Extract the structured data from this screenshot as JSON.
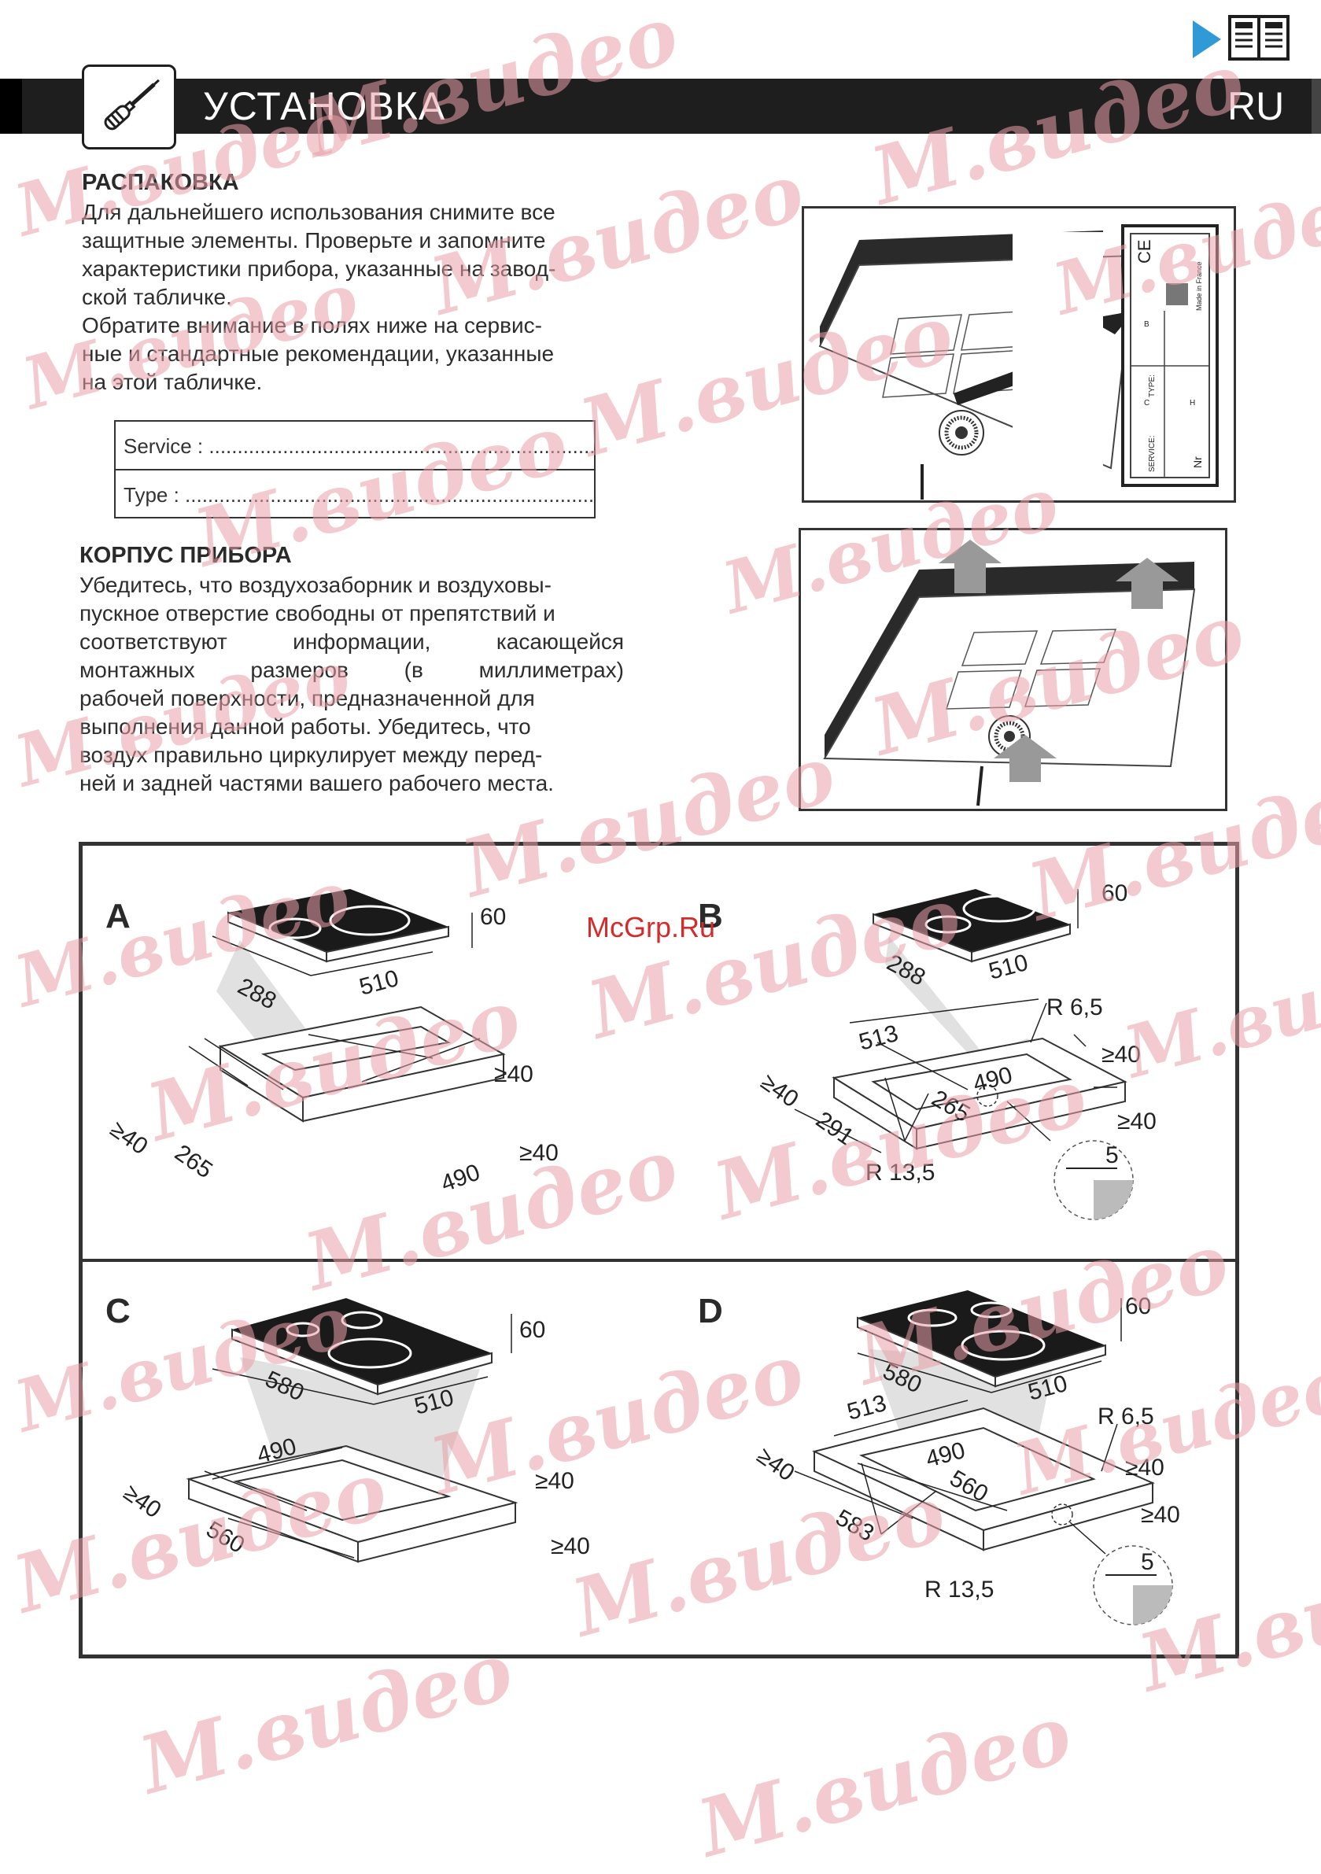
{
  "header": {
    "title": "УСТАНОВКА",
    "lang": "RU",
    "tool_icon": "screwdriver-icon",
    "nav_icon": "play-arrow-icon",
    "book_icon": "manual-book-icon"
  },
  "unpacking": {
    "title": "РАСПАКОВКА",
    "lines": [
      "Для дальнейшего использования снимите все",
      "защитные элементы. Проверьте и запомните",
      "характеристики прибора, указанные на завод-",
      "ской табличке.",
      "Обратите внимание в полях ниже на сервис-",
      "ные и стандартные рекомендации, указанные",
      "на этой табличке."
    ]
  },
  "form": {
    "service": "Service : .........................................................................",
    "type": "Type : ...................................................................................."
  },
  "housing": {
    "title": "КОРПУС ПРИБОРА",
    "lines": [
      "Убедитесь, что воздухозаборник и воздуховы-",
      "пускное отверстие свободны от препятствий и",
      "соответствуют информации, касающейся",
      "монтажных размеров (в миллиметрах)",
      "рабочей поверхности, предназначенной для",
      "выполнения данной работы. Убедитесь, что",
      "воздух правильно циркулирует между перед-",
      "ней и задней частями вашего рабочего места."
    ]
  },
  "plate": {
    "ce": "CE",
    "made": "Made in France",
    "type": "TYPE:",
    "service": "SERVICE:",
    "nr": "Nr",
    "b": "B",
    "c": "C",
    "h": "H"
  },
  "panels": {
    "a": {
      "letter": "A",
      "d60": "60",
      "d288": "288",
      "d510": "510",
      "d40a": "≥40",
      "d40b": "≥40",
      "d40c": "≥40",
      "d265": "265",
      "d490": "490"
    },
    "b": {
      "letter": "B",
      "d60": "60",
      "d288": "288",
      "d510": "510",
      "d513": "513",
      "r65": "R 6,5",
      "d40a": "≥40",
      "d40b": "≥40",
      "d40c": "≥40",
      "d490": "490",
      "d265": "265",
      "d291": "291",
      "r135": "R 13,5",
      "d5": "5"
    },
    "c": {
      "letter": "C",
      "d60": "60",
      "d580": "580",
      "d510": "510",
      "d490": "490",
      "d40a": "≥40",
      "d40b": "≥40",
      "d40c": "≥40",
      "d560": "560"
    },
    "d": {
      "letter": "D",
      "d60": "60",
      "d580": "580",
      "d510": "510",
      "d513": "513",
      "r65": "R 6,5",
      "d490": "490",
      "d560": "560",
      "d40a": "≥40",
      "d40b": "≥40",
      "d40c": "≥40",
      "d583": "583",
      "r135": "R 13,5",
      "d5": "5"
    }
  },
  "site_mark": "McGrp.Ru",
  "watermark": "М.видео"
}
